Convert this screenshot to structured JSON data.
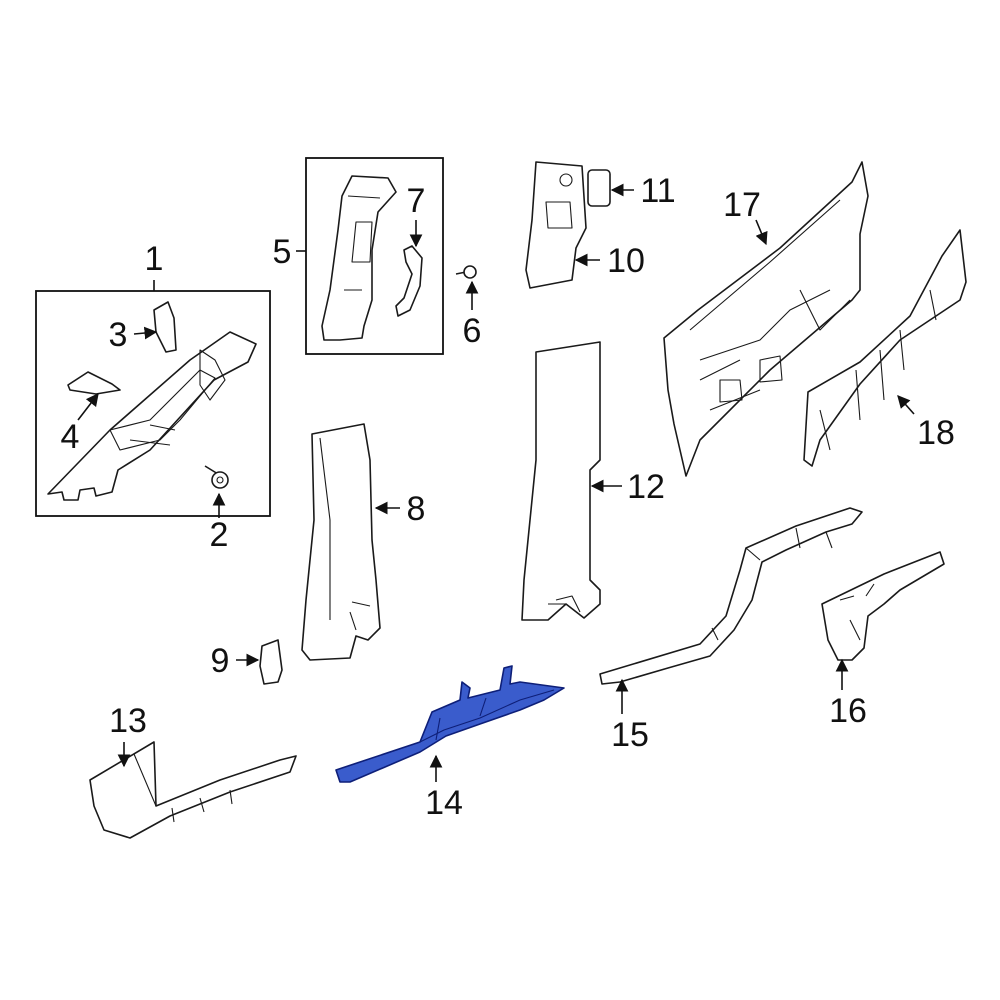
{
  "diagram": {
    "highlight_color": "#3a5ccc",
    "highlighted_part": "14",
    "callouts": [
      "1",
      "2",
      "3",
      "4",
      "5",
      "6",
      "7",
      "8",
      "9",
      "10",
      "11",
      "12",
      "13",
      "14",
      "15",
      "16",
      "17",
      "18"
    ]
  }
}
